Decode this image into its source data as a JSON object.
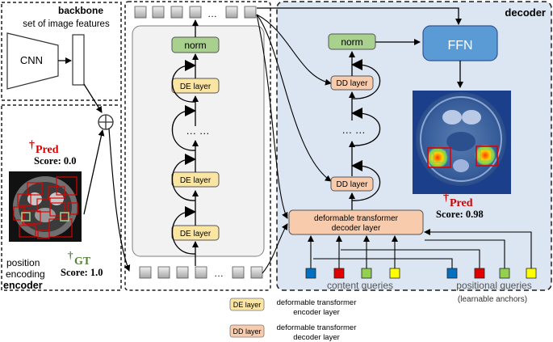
{
  "backbone": {
    "title": "backbone",
    "subtitle": "set of image features",
    "cnn": "CNN"
  },
  "encoder": {
    "title": "encoder",
    "position_line1": "position",
    "position_line2": "encoding",
    "pred_mark": "†",
    "pred_label": "Pred",
    "pred_score": "Score: 0.0",
    "gt_mark": "†",
    "gt_label": "GT",
    "gt_score": "Score: 1.0",
    "norm": "norm",
    "de_layer": "DE layer",
    "dots": "… …",
    "top_dots": "…",
    "bottom_dots": "…"
  },
  "decoder": {
    "title": "decoder",
    "norm": "norm",
    "ffn": "FFN",
    "dd_layer": "DD layer",
    "dots": "… …",
    "main_line1": "deformable transformer",
    "main_line2": "decoder layer",
    "pred_mark": "†",
    "pred_label": "Pred",
    "pred_score": "Score: 0.98",
    "content_queries": "content queries",
    "positional_queries": "positional queries",
    "learnable_anchors": "(learnable anchors)"
  },
  "legend": [
    {
      "tag": "DE layer",
      "line1": "deformable transformer",
      "line2": "encoder layer"
    },
    {
      "tag": "DD layer",
      "line1": "deformable transformer",
      "line2": "decoder layer"
    }
  ],
  "colors": {
    "de_fill": "#fbe5a3",
    "dd_fill": "#f8cbad",
    "norm_fill": "#a9d18e",
    "ffn_fill": "#5b9bd5",
    "decoder_bg": "#dce6f2",
    "q_blue": "#0070c0",
    "q_red": "#e00000",
    "q_green": "#92d050",
    "q_yellow": "#ffff00",
    "pred_red": "#d00000",
    "gt_green": "#548235"
  }
}
